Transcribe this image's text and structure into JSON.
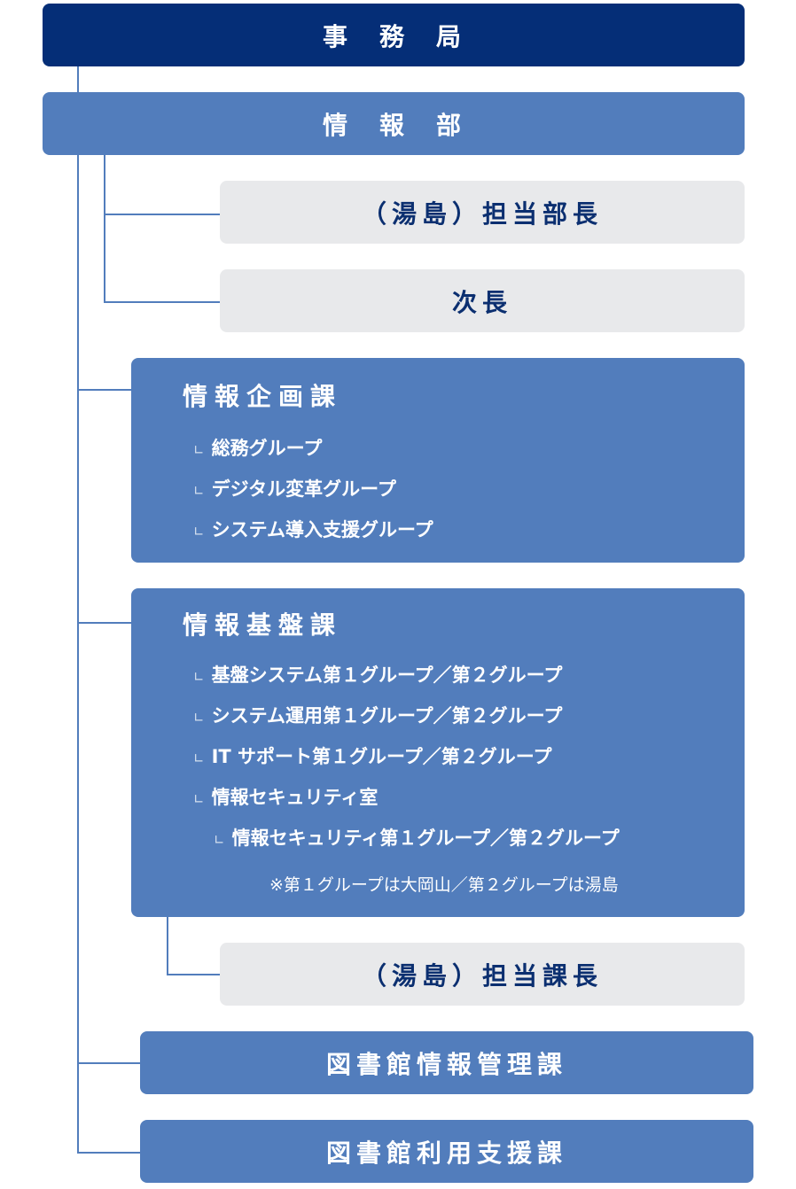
{
  "bureau": "事　務　局",
  "department": "情　報　部",
  "dept_manager": "（湯島）担当部長",
  "deputy": "次長",
  "planning": {
    "title": "情報企画課",
    "groups": [
      "総務グループ",
      "デジタル変革グループ",
      "システム導入支援グループ"
    ]
  },
  "infrastructure": {
    "title": "情報基盤課",
    "groups": [
      "基盤システム第１グループ／第２グループ",
      "システム運用第１グループ／第２グループ",
      "IT サポート第１グループ／第２グループ",
      "情報セキュリティ室"
    ],
    "subgroup": "情報セキュリティ第１グループ／第２グループ",
    "note": "※第１グループは大岡山／第２グループは湯島"
  },
  "section_manager": "（湯島）担当課長",
  "library_info": "図書館情報管理課",
  "library_support": "図書館利用支援課",
  "branch_mark": "∟"
}
